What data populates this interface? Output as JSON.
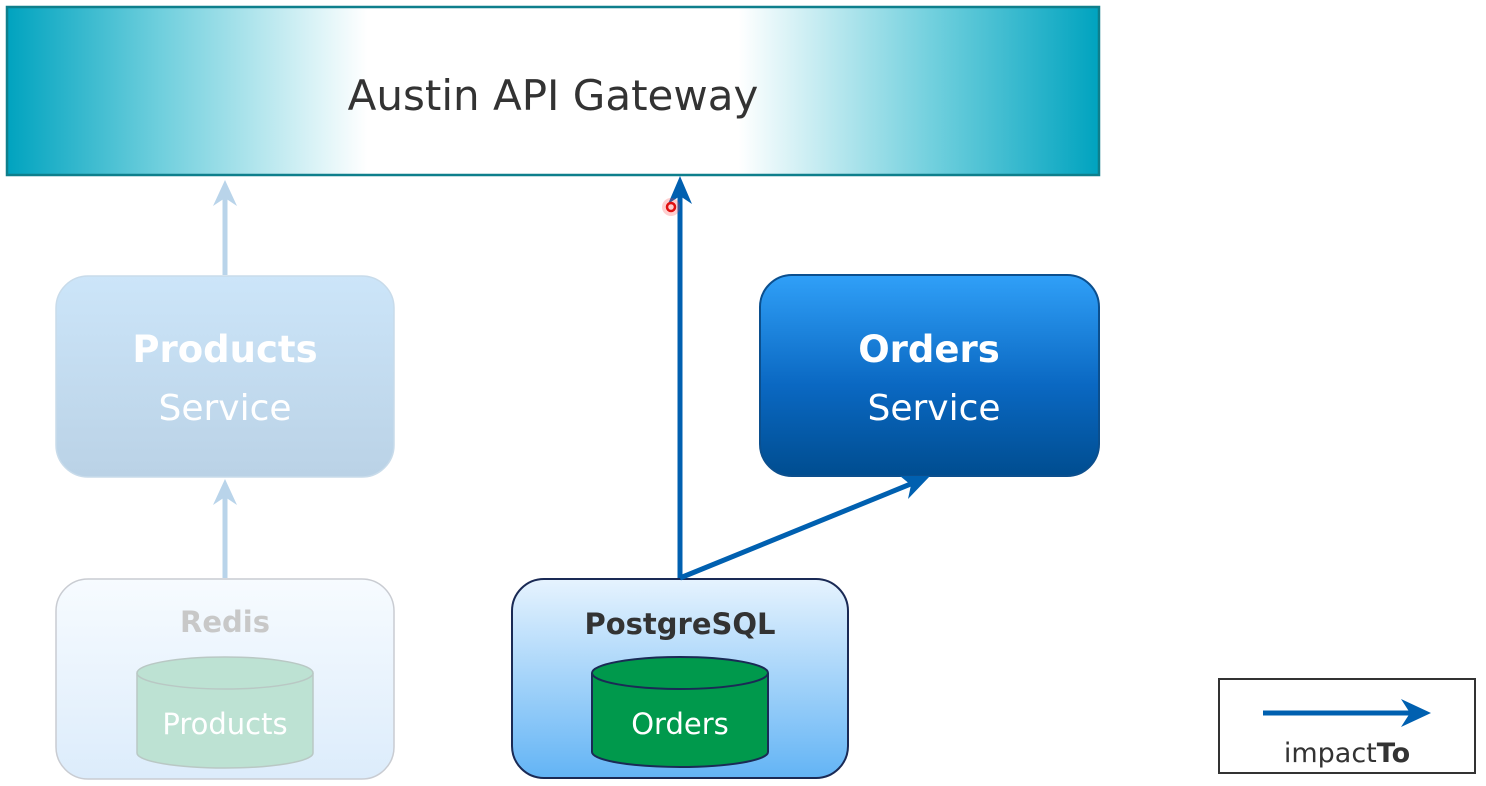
{
  "diagram": {
    "gateway": {
      "label": "Austin API Gateway"
    },
    "products_service": {
      "title": "Products",
      "subtitle": "Service",
      "state": "faded"
    },
    "orders_service": {
      "title": "Orders",
      "subtitle": "Service",
      "state": "highlighted"
    },
    "redis": {
      "title": "Redis",
      "store_label": "Products",
      "state": "faded"
    },
    "postgres": {
      "title": "PostgreSQL",
      "store_label": "Orders",
      "state": "highlighted"
    },
    "edges": [
      {
        "from": "Redis",
        "to": "Products Service",
        "state": "faded"
      },
      {
        "from": "Products Service",
        "to": "Austin API Gateway",
        "state": "faded"
      },
      {
        "from": "PostgreSQL",
        "to": "Austin API Gateway",
        "state": "highlighted"
      },
      {
        "from": "PostgreSQL",
        "to": "Orders Service",
        "state": "highlighted"
      }
    ],
    "legend": {
      "label_prefix": "impact",
      "label_bold": "To"
    },
    "colors": {
      "gateway_edge": "#00a3bf",
      "gateway_border": "#0e7f8c",
      "arrow_active": "#0060b0",
      "arrow_faded": "#b9d4ea",
      "orders_top": "#30a0f8",
      "orders_bottom": "#004d90",
      "db_green": "#00994c",
      "postgres_top": "#e4f1fd",
      "postgres_bottom": "#66b6f6"
    }
  }
}
